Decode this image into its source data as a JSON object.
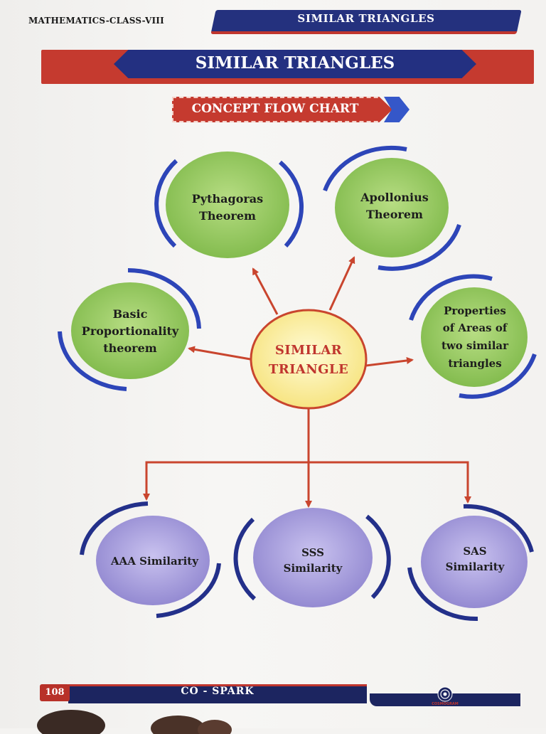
{
  "header": {
    "subject": "MATHEMATICS-CLASS-VIII",
    "chapter_tab": "SIMILAR TRIANGLES"
  },
  "title": "SIMILAR TRIANGLES",
  "section_label": "CONCEPT FLOW CHART",
  "center": {
    "line1": "SIMILAR",
    "line2": "TRIANGLE"
  },
  "top_nodes": [
    {
      "line1": "Pythagoras",
      "line2": "Theorem"
    },
    {
      "line1": "Apollonius",
      "line2": "Theorem"
    }
  ],
  "side_nodes": [
    {
      "line1": "Basic",
      "line2": "Proportionality",
      "line3": "theorem"
    },
    {
      "line1": "Properties",
      "line2": "of Areas of",
      "line3": "two similar",
      "line4": "triangles"
    }
  ],
  "bottom_nodes": [
    {
      "line1": "AAA Similarity"
    },
    {
      "line1": "SSS",
      "line2": "Similarity"
    },
    {
      "line1": "SAS",
      "line2": "Similarity"
    }
  ],
  "footer": {
    "page_number": "108",
    "series": "CO - SPARK",
    "logo_text": "COSMOGRAM"
  },
  "colors": {
    "green_node": "#8cc152",
    "purple_node": "#a89fdc",
    "center_fill": "#fdf4a8",
    "arrow": "#c9452e",
    "arc": "#2d45b8",
    "navy": "#233081",
    "red": "#c53a2f"
  }
}
